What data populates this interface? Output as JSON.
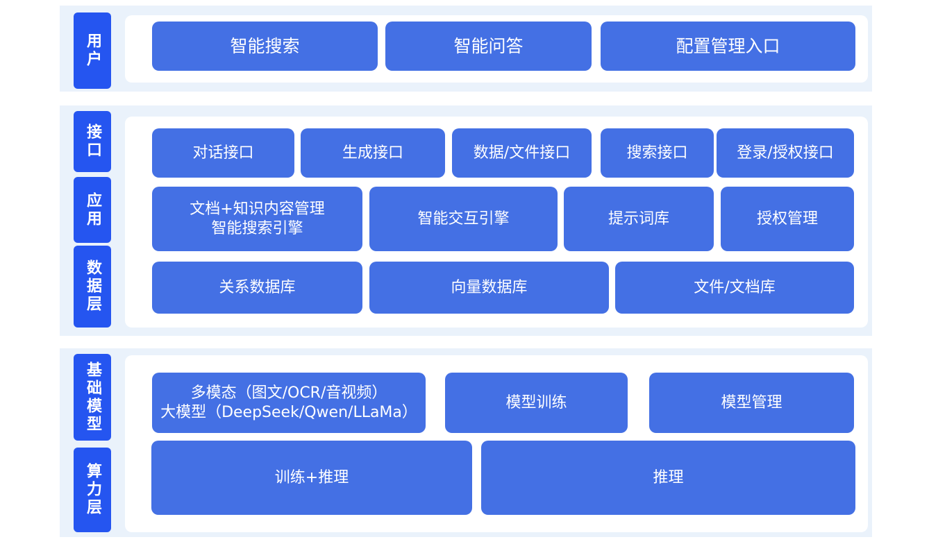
{
  "colors": {
    "label_bg": "#2555f0",
    "box_bg": "#4470e4",
    "band_bg": "#eaf2fb",
    "panel_bg": "#ffffff"
  },
  "layers": {
    "user": {
      "label": "用户",
      "items": [
        "智能搜索",
        "智能问答",
        "配置管理入口"
      ]
    },
    "interface": {
      "label": "接口",
      "items": [
        "对话接口",
        "生成接口",
        "数据/文件接口",
        "搜索接口",
        "登录/授权接口"
      ]
    },
    "application": {
      "label": "应用",
      "items": [
        "文档+知识内容管理\n智能搜索引擎",
        "智能交互引擎",
        "提示词库",
        "授权管理"
      ]
    },
    "data": {
      "label": "数据层",
      "items": [
        "关系数据库",
        "向量数据库",
        "文件/文档库"
      ]
    },
    "base_model": {
      "label": "基础模型",
      "items": [
        "多模态（图文/OCR/音视频）\n大模型（DeepSeek/Qwen/LLaMa）",
        "模型训练",
        "模型管理"
      ]
    },
    "compute": {
      "label": "算力层",
      "items": [
        "训练+推理",
        "推理"
      ]
    }
  }
}
